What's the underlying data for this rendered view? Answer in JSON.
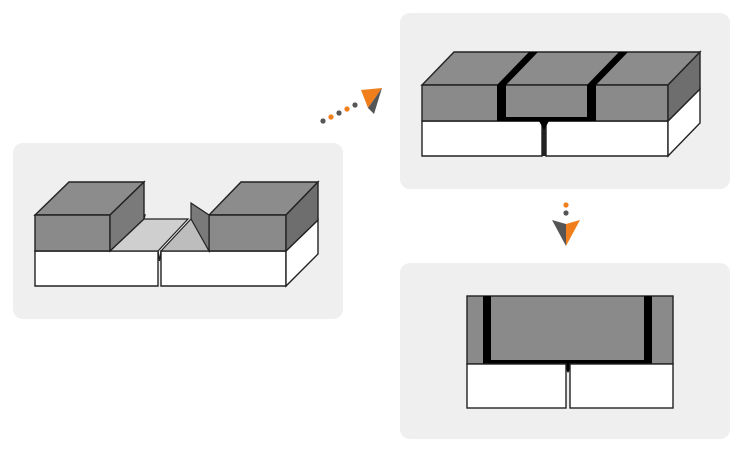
{
  "diagram": {
    "description_text": [],
    "colors": {
      "panel_background": "#efefef",
      "block_top": "#8c8c8c",
      "block_front": "#8a8a8a",
      "block_side": "#6e6e6e",
      "base_front": "#ffffff",
      "base_top": "#f2f2f2",
      "groove_face": "#cfcfcf",
      "groove_face_dark": "#bdbdbd",
      "seam_black": "#000000",
      "arrow_orange": "#f07e1b",
      "arrow_dark": "#555555"
    },
    "panels": [
      {
        "id": "step-1",
        "state": "before joining: two blocks with V-groove"
      },
      {
        "id": "step-2",
        "state": "after filling: three blocks with black seams"
      },
      {
        "id": "step-3",
        "state": "front view of filled joint"
      }
    ],
    "arrows": [
      {
        "from": "step-1",
        "to": "step-2",
        "style": "dotted"
      },
      {
        "from": "step-2",
        "to": "step-3",
        "style": "dotted"
      }
    ]
  }
}
